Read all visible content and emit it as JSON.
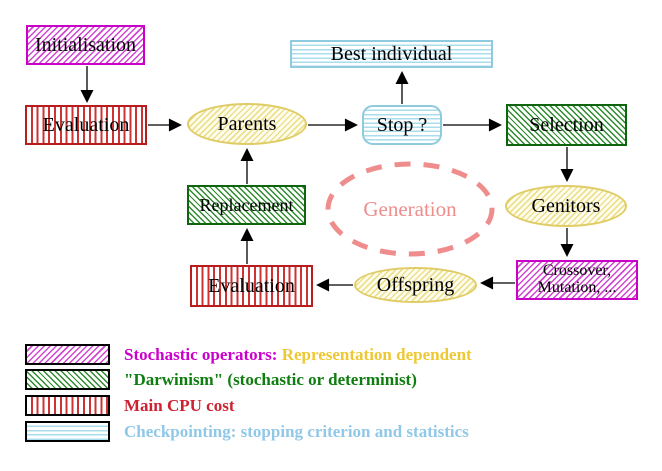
{
  "nodes": {
    "initialisation": {
      "label": "Initialisation"
    },
    "evaluation_top": {
      "label": "Evaluation"
    },
    "parents": {
      "label": "Parents"
    },
    "best_individual": {
      "label": "Best individual"
    },
    "stop": {
      "label": "Stop ?"
    },
    "selection": {
      "label": "Selection"
    },
    "genitors": {
      "label": "Genitors"
    },
    "crossover": {
      "line1": "Crossover,",
      "line2": "Mutation, ..."
    },
    "offspring": {
      "label": "Offspring"
    },
    "evaluation_bottom": {
      "label": "Evaluation"
    },
    "replacement": {
      "label": "Replacement"
    },
    "generation": {
      "label": "Generation"
    }
  },
  "legend": [
    {
      "pattern": "magenta-diagonal-hatch",
      "label": "Stochastic operators:",
      "label2": "Representation dependent"
    },
    {
      "pattern": "green-diagonal-hatch",
      "label": "\"Darwinism\" (stochastic or determinist)"
    },
    {
      "pattern": "red-vertical-stripes",
      "label": "Main CPU cost"
    },
    {
      "pattern": "cyan-horizontal-stripes",
      "label": "Checkpointing: stopping criterion and statistics"
    }
  ],
  "colors": {
    "magenta_border": "#c800c8",
    "red_border": "#b81c1c",
    "green_border": "#0e650e",
    "cyan_border": "#90cade",
    "yellow_border": "#e0cc66",
    "salmon_generation": "#ef8d8d",
    "legend_magenta_text": "#cc00cc",
    "legend_gold_text": "#eec832",
    "legend_green_text": "#0f7d0f",
    "legend_red_text": "#cc2233",
    "legend_blue_text": "#90c8e8"
  }
}
